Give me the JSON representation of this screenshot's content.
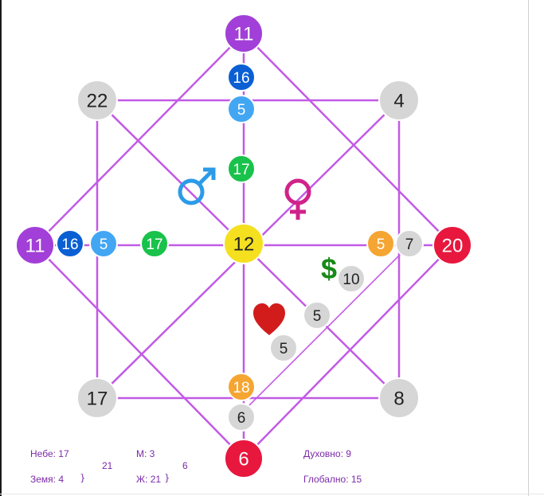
{
  "colors": {
    "line": "#c25ae6",
    "purple": "#a23fd8",
    "gray": "#d6d6d6",
    "blue_dark": "#0a5fd3",
    "blue_light": "#43a6f2",
    "green": "#19c24a",
    "yellow": "#f5e020",
    "orange": "#f5a532",
    "red": "#e8173e",
    "male": "#2b9be8",
    "female": "#d0238a",
    "heart": "#d21c1c",
    "dollar": "#178a17"
  },
  "nodes": {
    "top": "11",
    "top_inner_1": "16",
    "top_inner_2": "5",
    "top_inner_3": "17",
    "left": "11",
    "left_inner_1": "16",
    "left_inner_2": "5",
    "left_inner_3": "17",
    "center": "12",
    "right": "20",
    "right_inner_1": "5",
    "right_inner_2": "7",
    "bottom": "6",
    "bottom_inner_1": "18",
    "bottom_inner_2": "6",
    "corner_tl": "22",
    "corner_tr": "4",
    "corner_bl": "17",
    "corner_br": "8",
    "diag_1": "10",
    "diag_2": "5",
    "diag_3": "5"
  },
  "symbols": {
    "male": "♂",
    "female": "♀",
    "dollar": "$",
    "heart": "❤"
  },
  "stats": {
    "sky": "Небе: 17",
    "earth": "Земя: 4",
    "sum_1": "21",
    "male": "М: 3",
    "female": "Ж: 21",
    "sum_2": "6",
    "spiritual": "Духовно: 9",
    "global": "Глобално: 15"
  }
}
